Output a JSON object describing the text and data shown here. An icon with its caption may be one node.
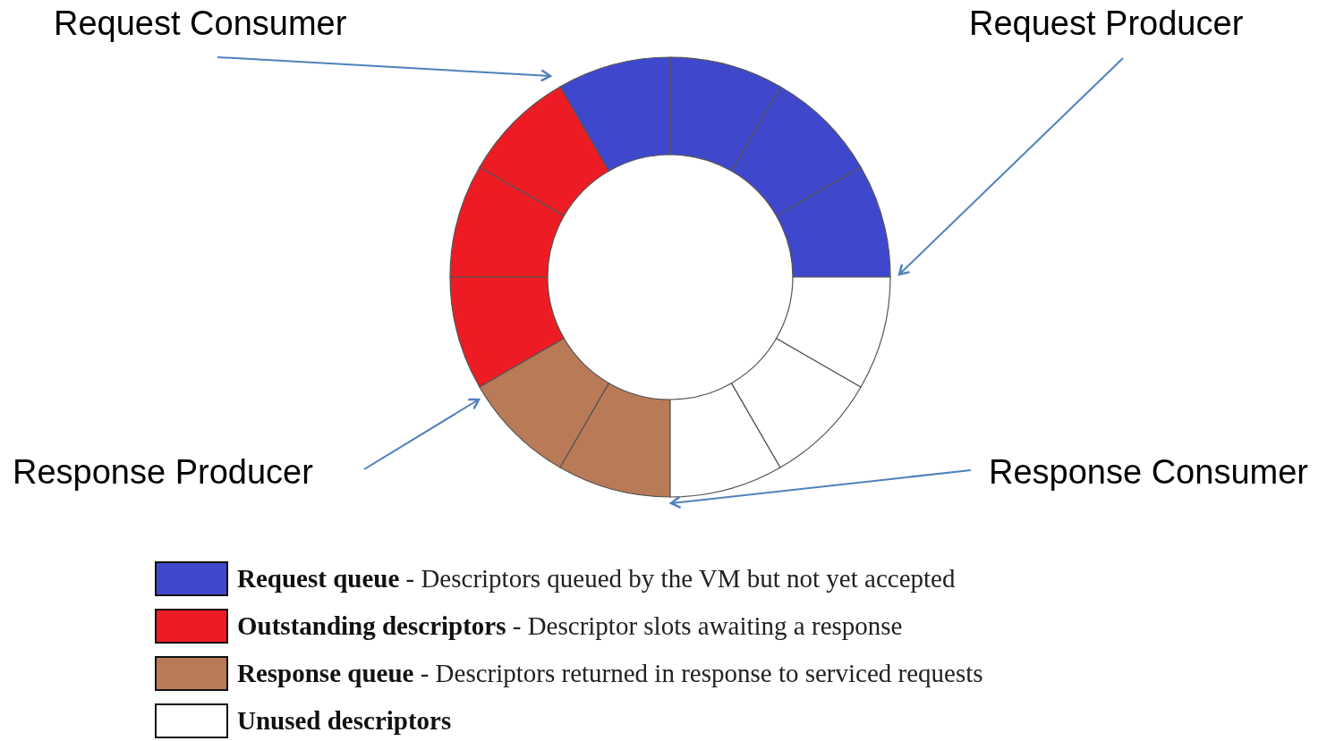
{
  "diagram": {
    "nodes": [
      {
        "text": [
          "Request Consumer"
        ]
      },
      {
        "text": [
          "Request Producer"
        ]
      },
      {
        "text": [
          "Response Producer"
        ]
      },
      {
        "text": [
          "Response Consumer"
        ]
      }
    ],
    "edges": [
      {
        "from": 0,
        "to": null,
        "arrow": "to"
      },
      {
        "from": 1,
        "to": null,
        "arrow": "to"
      },
      {
        "from": 2,
        "to": null,
        "arrow": "to"
      },
      {
        "from": 3,
        "to": null,
        "arrow": "to"
      }
    ],
    "legend": [
      {
        "text": "**Request queue** - Descriptors queued by the VM but not yet accepted",
        "color": "#3f48cc"
      },
      {
        "text": "**Outstanding descriptors** - Descriptor slots awaiting a response",
        "color": "#ed1c24"
      },
      {
        "text": "**Response queue** - Descriptors returned in response to serviced requests",
        "color": "#b97a57"
      },
      {
        "text": "**Unused descriptors**",
        "color": "#ffffff"
      }
    ]
  }
}
